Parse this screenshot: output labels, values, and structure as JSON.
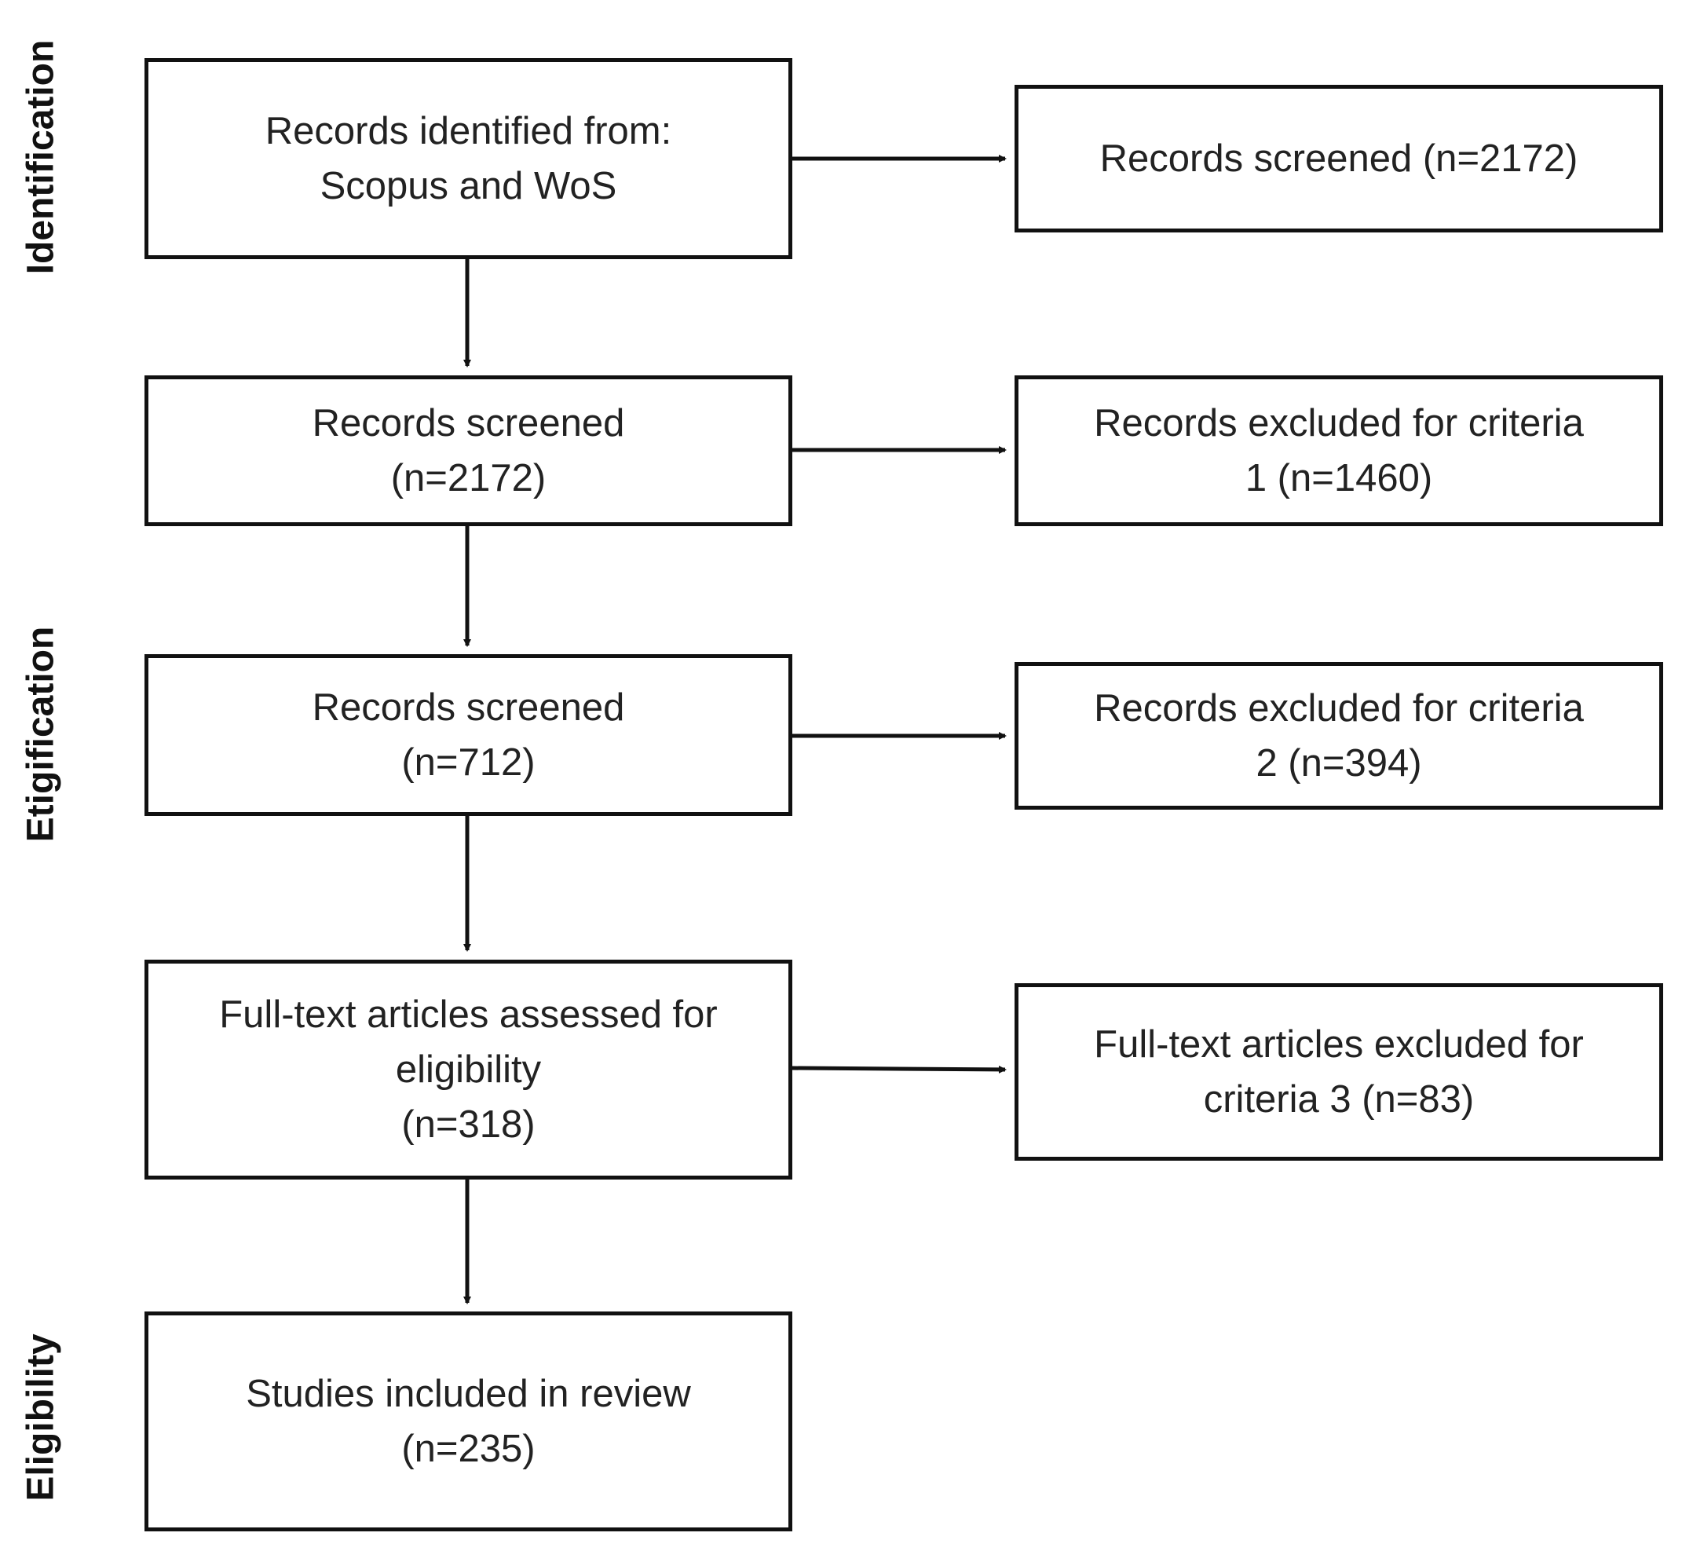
{
  "phases": {
    "identification": "Identification",
    "screening": "Etigification",
    "eligibility": "Eligibility"
  },
  "boxes": {
    "identified": {
      "lines": [
        "Records identified from:",
        "Scopus and WoS"
      ]
    },
    "screened_top": {
      "lines": [
        "Records screened (n=2172)"
      ]
    },
    "screened_1": {
      "lines": [
        "Records screened",
        "(n=2172)"
      ]
    },
    "excluded_1": {
      "lines": [
        "Records excluded for criteria",
        "1 (n=1460)"
      ]
    },
    "screened_2": {
      "lines": [
        "Records screened",
        "(n=712)"
      ]
    },
    "excluded_2": {
      "lines": [
        "Records excluded for criteria",
        "2 (n=394)"
      ]
    },
    "fulltext": {
      "lines": [
        "Full-text articles assessed for",
        "eligibility",
        "(n=318)"
      ]
    },
    "excluded_3": {
      "lines": [
        "Full-text articles excluded for",
        "criteria 3 (n=83)"
      ]
    },
    "included": {
      "lines": [
        "Studies included in review",
        "(n=235)"
      ]
    }
  }
}
